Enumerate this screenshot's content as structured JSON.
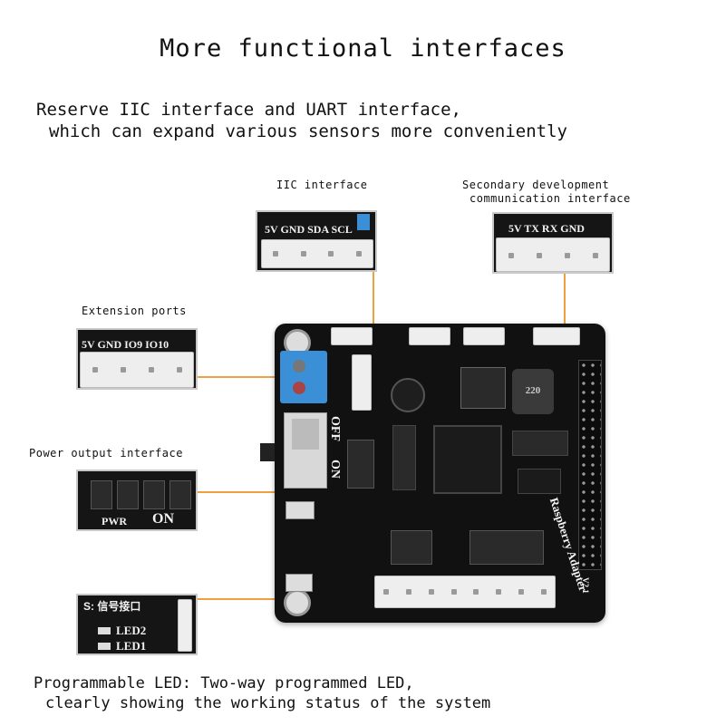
{
  "title": "More functional interfaces",
  "subtitle": {
    "line1": "Reserve IIC interface and UART interface,",
    "line2": "which can expand various sensors more conveniently"
  },
  "callouts": {
    "iic": {
      "label": "IIC interface",
      "pins": "5V GND SDA SCL"
    },
    "uart": {
      "label_line1": "Secondary development",
      "label_line2": "communication interface",
      "pins": "5V TX RX GND"
    },
    "extension": {
      "label": "Extension ports",
      "pins": "5V GND IO9 IO10"
    },
    "power": {
      "label": "Power output interface",
      "silk_left": "PWR",
      "silk_right": "ON"
    },
    "led": {
      "signal_label": "S: 信号接口",
      "led2": "LED2",
      "led1": "LED1"
    }
  },
  "board": {
    "brand": "Raspberry Adapter",
    "version": "V2.1",
    "switch_off": "OFF",
    "switch_on": "ON",
    "inductor": "220"
  },
  "footer": {
    "line1": "Programmable LED: Two-way programmed LED,",
    "line2": "clearly showing the working status of the system"
  },
  "colors": {
    "accent_line": "#f0a040",
    "pcb": "#111111",
    "terminal_blue": "#3a8fd6",
    "connector_white": "#eeeeee"
  }
}
